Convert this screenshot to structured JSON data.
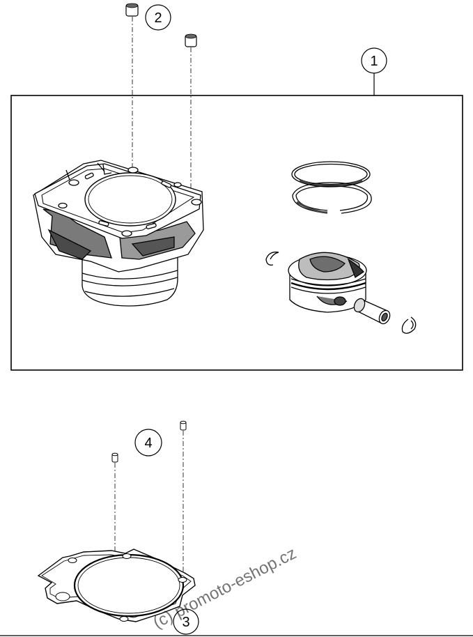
{
  "callouts": {
    "c1": "1",
    "c2": "2",
    "c3": "3",
    "c4": "4"
  },
  "watermark": "(c) promoto-eshop.cz",
  "colors": {
    "line": "#000000",
    "background": "#ffffff",
    "shade": "#7a7a7a"
  }
}
